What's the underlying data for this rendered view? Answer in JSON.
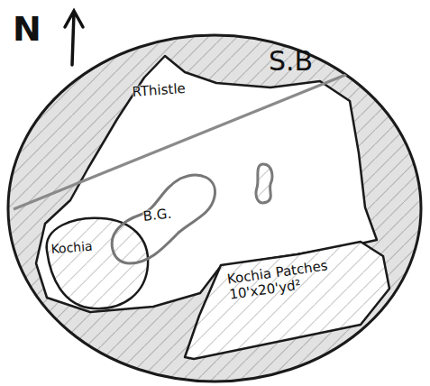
{
  "diagram": {
    "nodes": [
      {
        "text": [
          "RThistle"
        ]
      },
      {
        "text": [
          "Kochia"
        ]
      },
      {
        "text": [
          "B.G."
        ]
      },
      {
        "text": [
          "Kochia Patches 10'x20'yd²"
        ]
      }
    ],
    "labels": [
      "N",
      "S.B"
    ]
  }
}
